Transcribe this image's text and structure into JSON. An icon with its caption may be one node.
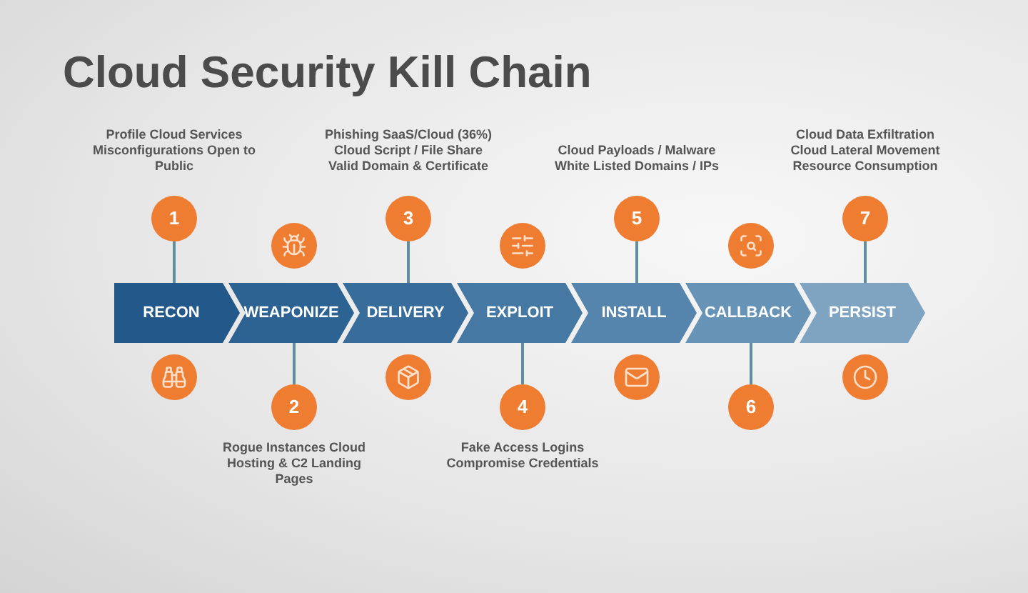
{
  "diagram": {
    "title": "Cloud Security Kill Chain",
    "nodes": [
      {
        "text": [
          "RECON"
        ]
      },
      {
        "text": [
          "WEAPONIZE"
        ]
      },
      {
        "text": [
          "DELIVERY"
        ]
      },
      {
        "text": [
          "EXPLOIT"
        ]
      },
      {
        "text": [
          "INSTALL"
        ]
      },
      {
        "text": [
          "CALLBACK"
        ]
      },
      {
        "text": [
          "PERSIST"
        ]
      },
      {
        "text": [
          "1"
        ],
        "beside": [
          "Profile Cloud Services Misconfigurations Open to Public"
        ]
      },
      {
        "text": [
          "2"
        ],
        "beside": [
          "Rogue Instances Cloud Hosting & C2 Landing Pages"
        ]
      },
      {
        "text": [
          "3"
        ],
        "beside": [
          "Phishing SaaS/Cloud (36%) Cloud Script / File Share Valid Domain & Certificate"
        ]
      },
      {
        "text": [
          "4"
        ],
        "beside": [
          "Fake Access Logins Compromise Credentials"
        ]
      },
      {
        "text": [
          "5"
        ],
        "beside": [
          "Cloud Payloads / Malware White Listed Domains / IPs"
        ]
      },
      {
        "text": [
          "6"
        ]
      },
      {
        "text": [
          "7"
        ],
        "beside": [
          "Cloud Data Exfiltration Cloud Lateral Movement Resource Consumption"
        ]
      }
    ],
    "edges": [
      {
        "from": 7,
        "to": 0,
        "arrow": "none"
      },
      {
        "from": 8,
        "to": 1,
        "arrow": "none"
      },
      {
        "from": 9,
        "to": 2,
        "arrow": "none"
      },
      {
        "from": 10,
        "to": 3,
        "arrow": "none"
      },
      {
        "from": 11,
        "to": 4,
        "arrow": "none"
      },
      {
        "from": 12,
        "to": 5,
        "arrow": "none"
      },
      {
        "from": 13,
        "to": 6,
        "arrow": "none"
      }
    ]
  }
}
